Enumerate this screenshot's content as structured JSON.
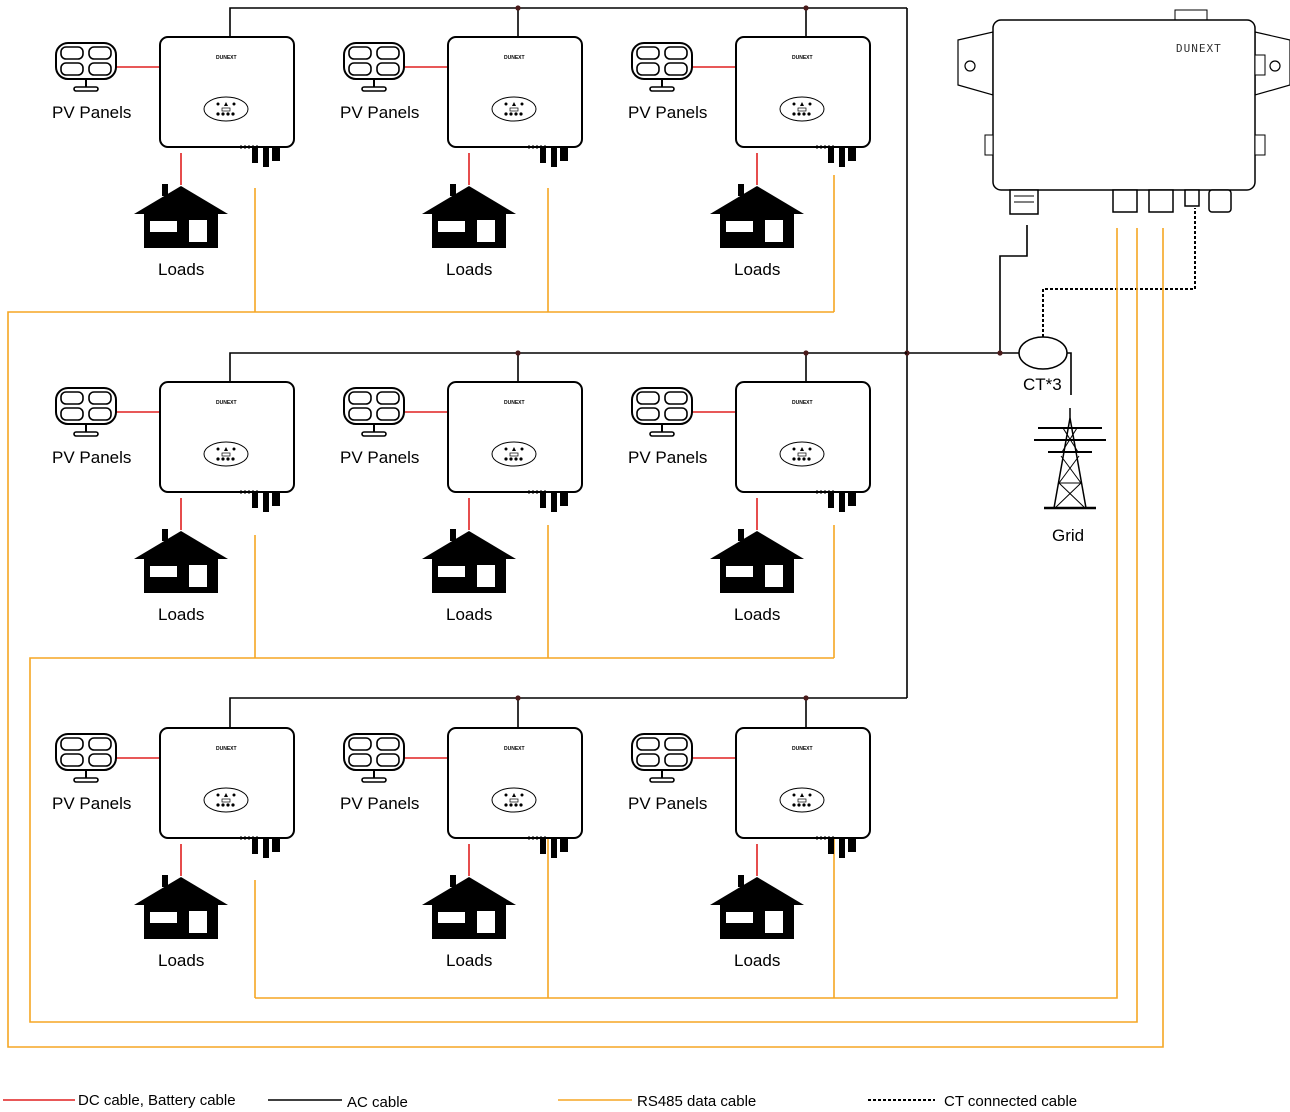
{
  "brand": "DUNEXT",
  "labels": {
    "pv": "PV Panels",
    "loads": "Loads",
    "ct": "CT*3",
    "grid": "Grid"
  },
  "legend": {
    "dc": "DC cable, Battery cable",
    "ac": "AC cable",
    "rs485": "RS485 data cable",
    "ct_cable": "CT connected cable"
  },
  "colors": {
    "dc": "#e02020",
    "ac": "#000000",
    "rs485": "#f5a623",
    "ct_cable": "#000000"
  },
  "layout": {
    "rows": 3,
    "columns": 3
  }
}
